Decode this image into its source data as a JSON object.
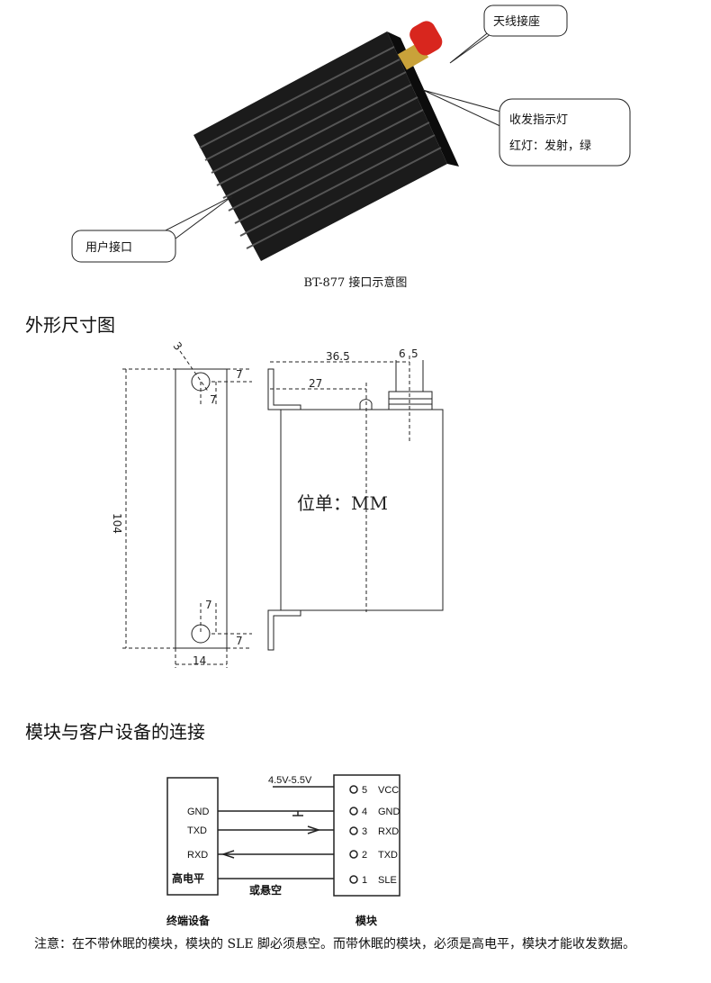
{
  "product_figure": {
    "callouts": {
      "antenna": "天线接座",
      "indicator_line1": "收发指示灯",
      "indicator_line2": "红灯：发射，绿",
      "user_port": "用户接口"
    },
    "caption": "BT-877 接口示意图"
  },
  "section1": {
    "title": "外形尺寸图",
    "dims": {
      "hole_dia": "3",
      "side_top_offset": "7",
      "side_top_x": "7",
      "height": "104",
      "side_bottom_x": "7",
      "side_bottom_offset": "7",
      "width": "14",
      "antenna_pos": "36.5",
      "led_pos": "27",
      "ant_a": "6",
      "ant_b": "5"
    },
    "unit_label": "位单：MM"
  },
  "section2": {
    "title": "模块与客户设备的连接",
    "terminal": {
      "label": "终端设备",
      "pins": [
        "GND",
        "TXD",
        "RXD",
        "高电平"
      ]
    },
    "module": {
      "label": "模块",
      "pins": [
        {
          "num": "5",
          "name": "VCC"
        },
        {
          "num": "4",
          "name": "GND"
        },
        {
          "num": "3",
          "name": "RXD"
        },
        {
          "num": "2",
          "name": "TXD"
        },
        {
          "num": "1",
          "name": "SLE"
        }
      ]
    },
    "supply": "4.5V-5.5V",
    "float_label": "或悬空"
  },
  "note": "注意：在不带休眠的模块，模块的 SLE 脚必须悬空。而带休眠的模块，必须是高电平，模块才能收发数据。"
}
